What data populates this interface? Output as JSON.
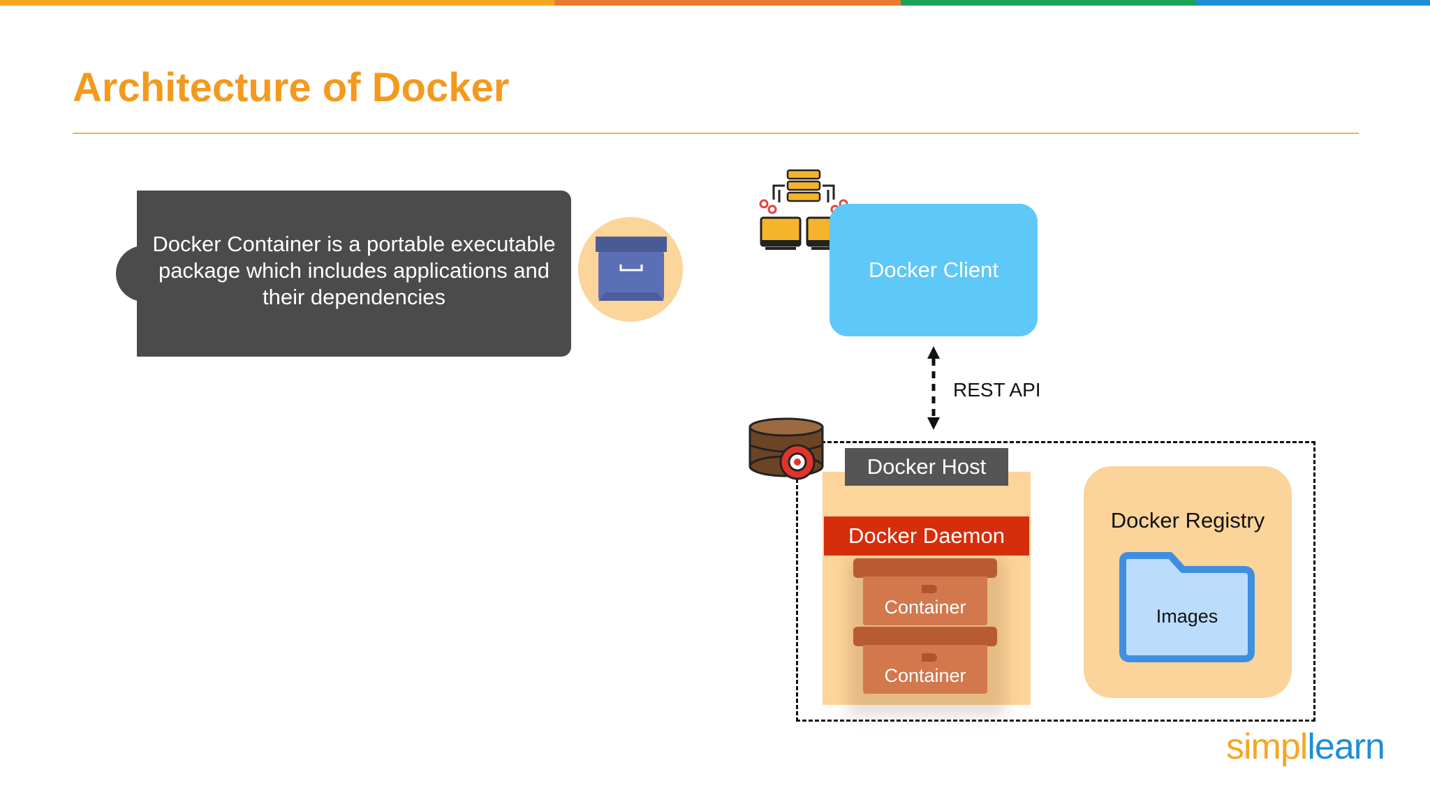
{
  "colors": {
    "title": "#f39a1e",
    "rule": "#f2b33d",
    "bar": [
      "#f5a623",
      "#ec7a2e",
      "#1aa356",
      "#1e8fd6"
    ],
    "callout": "#4b4b4b",
    "client": "#5ec8f9",
    "box_circle": "#fcd59b",
    "host_panel": "#fdd49a",
    "host_label_bg": "#555555",
    "daemon": "#d62e0c",
    "container_lid": "#b85b35",
    "container_body": "#d3774c",
    "registry": "#fbd49b",
    "folder": "#3f8fe0",
    "folder_fill": "#bcdcfb",
    "logo_simpli": "#f5a623",
    "logo_learn": "#1e8fd6"
  },
  "slide": {
    "title": "Architecture of Docker"
  },
  "callout": {
    "text": "Docker Container is a portable executable package which includes applications and their dependencies",
    "icon": "storage-box-icon"
  },
  "diagram": {
    "client_icon": "network-computers-icon",
    "client_label": "Docker Client",
    "rest_label": "REST API",
    "host_icon": "database-gear-icon",
    "host_label": "Docker Host",
    "daemon_label": "Docker Daemon",
    "containers": [
      "Container",
      "Container"
    ],
    "registry_label": "Docker Registry",
    "registry_icon": "folder-icon",
    "images_label": "Images"
  },
  "logo": {
    "part1": "simpl",
    "part2": "learn"
  }
}
